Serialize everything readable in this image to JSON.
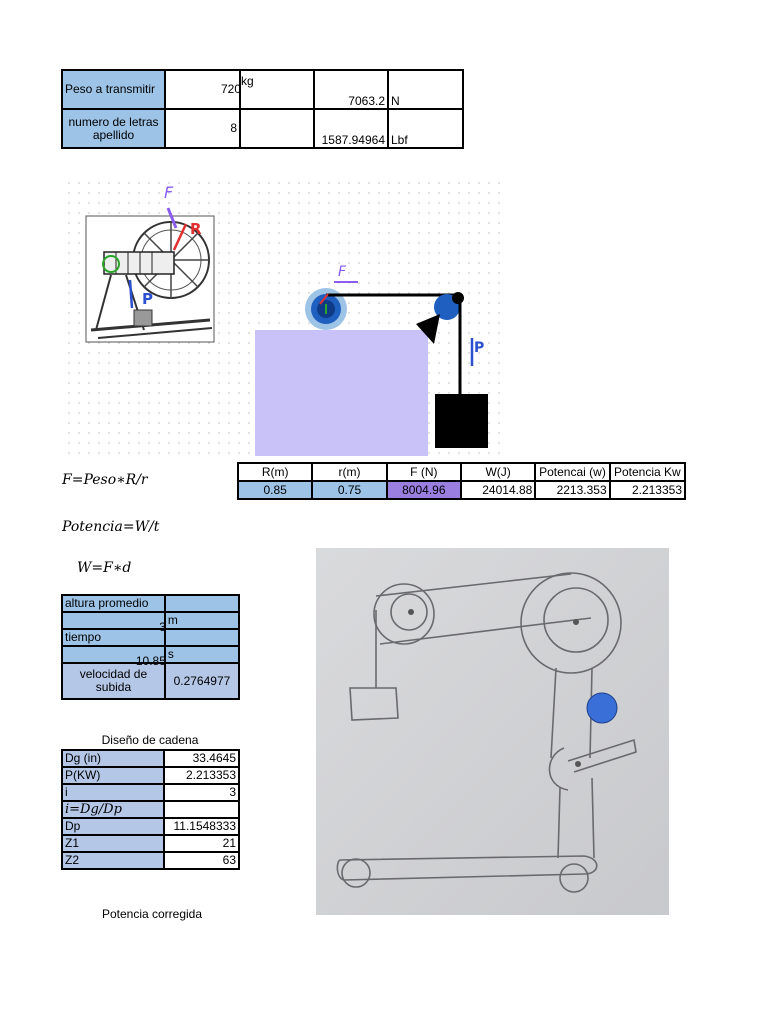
{
  "top_table": {
    "r1": {
      "label": "Peso a transmitir",
      "value": "720",
      "unit": "kg",
      "conv": "7063.2",
      "conv_unit": "N"
    },
    "r2": {
      "label1": "numero de letras",
      "label2": "apellido",
      "value": "8",
      "conv": "1587.94964",
      "conv_unit": "Lbf"
    }
  },
  "sketch": {
    "labels": {
      "force": "F",
      "radius": "R",
      "peso": "P"
    }
  },
  "diagram": {
    "force_label": "F",
    "peso_label": "P"
  },
  "results_table": {
    "headers": [
      "R(m)",
      "r(m)",
      "F (N)",
      "W(J)",
      "Potencai (w)",
      "Potencia Kw"
    ],
    "values": [
      "0.85",
      "0.75",
      "8004.96",
      "24014.88",
      "2213.353",
      "2.213353"
    ]
  },
  "formulas": {
    "force": "F=Peso∗R/r",
    "power": "Potencia=W/t",
    "work": "W=F∗d",
    "ratio": "i=Dg/Dp"
  },
  "motion_table": {
    "altura_label": "altura promedio",
    "altura_value": "3",
    "altura_unit": "m",
    "tiempo_label": "tiempo",
    "tiempo_value": "10.85",
    "tiempo_unit": "s",
    "velocidad_label1": "velocidad de",
    "velocidad_label2": "subida",
    "velocidad_value": "0.2764977"
  },
  "chain_design": {
    "title": "Diseño de cadena",
    "rows": [
      {
        "label": "Dg (in)",
        "value": "33.4645"
      },
      {
        "label": "P(KW)",
        "value": "2.213353"
      },
      {
        "label": "i",
        "value": "3"
      },
      {
        "label": "",
        "value": ""
      },
      {
        "label": "Dp",
        "value": "11.1548333"
      },
      {
        "label": "Z1",
        "value": "21"
      },
      {
        "label": "Z2",
        "value": "63"
      }
    ]
  },
  "corrected_power": {
    "title": "Potencia corregida"
  },
  "colors": {
    "blue_cell": "#9dc3e6",
    "lavender_cell": "#b4c7e7",
    "purple_cell": "#9a7fe0",
    "platform": "#c9c2f8",
    "pulley": "#1f5fbf"
  }
}
